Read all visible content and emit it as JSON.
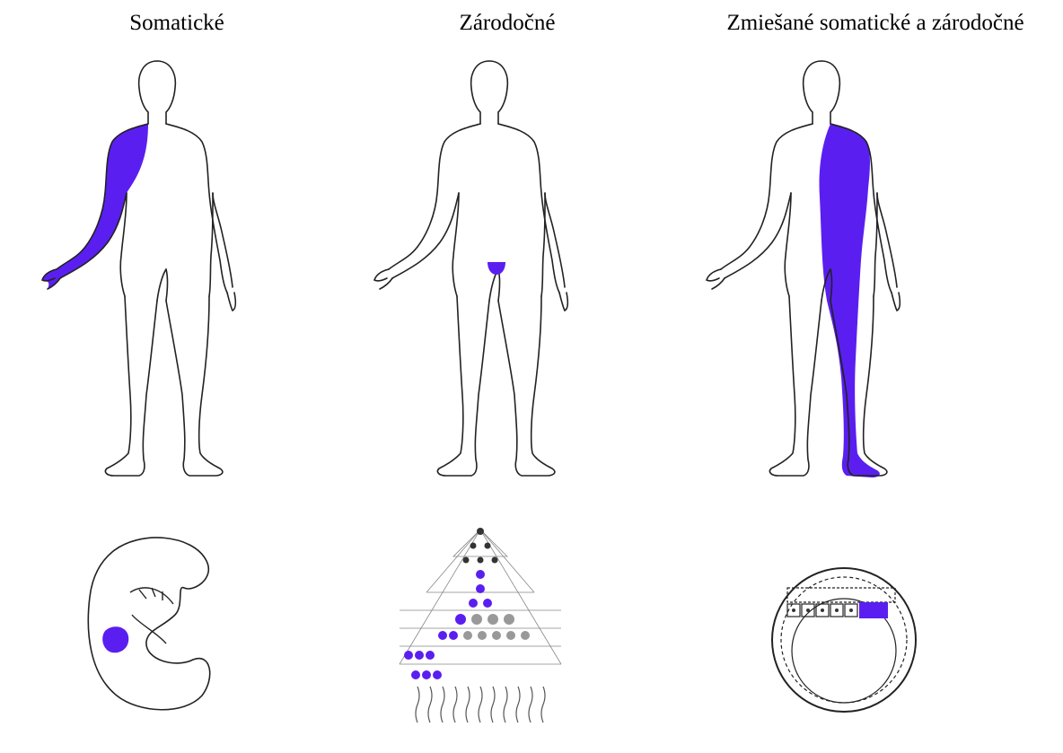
{
  "titles": {
    "somatic": "Somatické",
    "germline": "Zárodočné",
    "mixed": "Zmiešané somatické a zárodočné"
  },
  "colors": {
    "highlight": "#5a1ff0",
    "outline": "#222222",
    "background": "#ffffff"
  }
}
